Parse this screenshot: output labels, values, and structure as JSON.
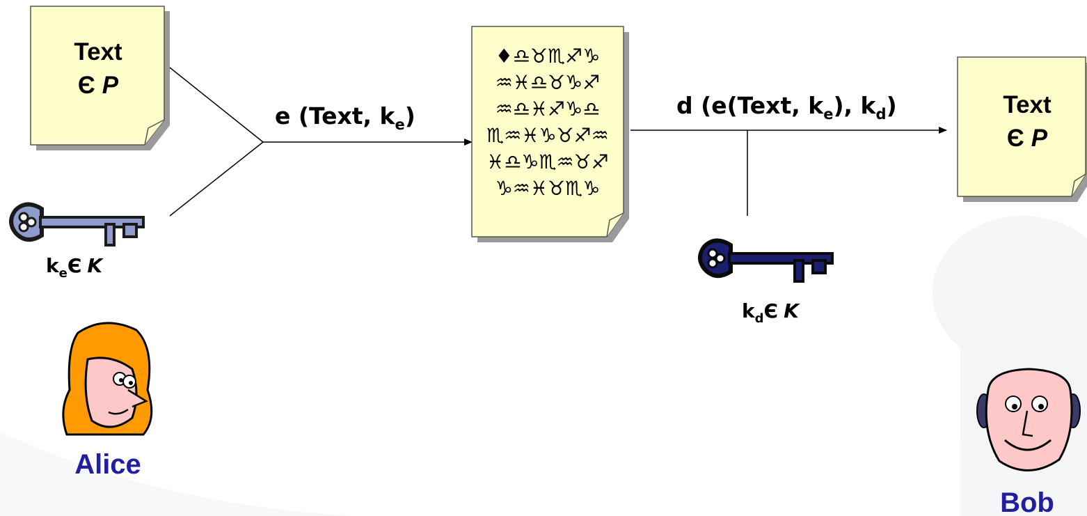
{
  "colors": {
    "paper": "#ffffcc",
    "paper_border": "#555555",
    "shadow": "#9a9a9a",
    "key_light": "#8f9ccb",
    "key_dark": "#1a1f6e",
    "name_blue": "#1f1fa0",
    "hair": "#ff9a00",
    "skin": "#ffc8c8"
  },
  "plaintext_left": {
    "word": "Text",
    "member": "Є",
    "set": "P"
  },
  "plaintext_right": {
    "word": "Text",
    "member": "Є",
    "set": "P"
  },
  "cipher_lines": [
    "♦♎♉♏♐♑",
    "♒♓♎♉♑♐",
    "♒♎♓♐♑♎",
    "♏♒♓♑♉♐♒",
    "♓♎♑♏♒♉♐",
    "♑♒♓♉♏♑"
  ],
  "encrypt_label": {
    "prefix": "e (Text, k",
    "sub": "e",
    "suffix": ")"
  },
  "decrypt_label": {
    "p1": "d (e(Text, k",
    "sub1": "e",
    "p2": "), k",
    "sub2": "d",
    "p3": ")"
  },
  "key_enc": {
    "k": "k",
    "sub": "e",
    "member": "Є",
    "set": "K"
  },
  "key_dec": {
    "k": "k",
    "sub": "d",
    "member": "Є",
    "set": "K"
  },
  "alice": {
    "name": "Alice"
  },
  "bob": {
    "name": "Bob"
  }
}
